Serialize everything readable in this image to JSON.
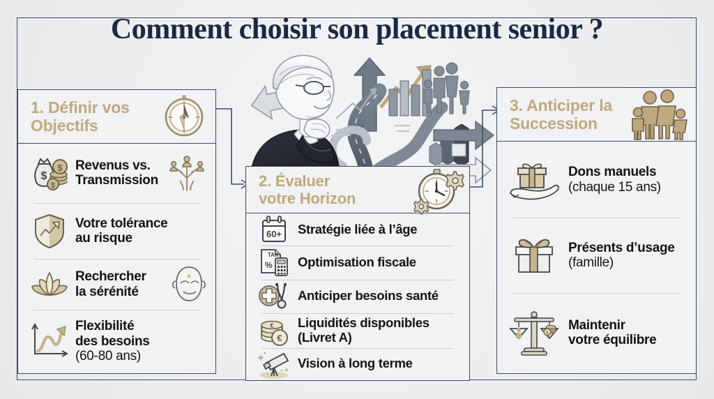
{
  "page": {
    "title": "Comment choisir son placement senior ?",
    "background_color": "#eef0f1",
    "frame_color": "#3e4b5c",
    "accent_gold": "#bfa87f",
    "title_color": "#1b2a43",
    "text_color": "#141414"
  },
  "illustration": {
    "name": "senior-thinking-with-branching-paths",
    "description": "Elderly person in profile with glasses, hand on chin, thinking; branching roads and arrows, bar charts, family figures"
  },
  "connectors": [
    {
      "name": "connector-step1-to-step2",
      "from": "col-1",
      "to": "col-2",
      "arrow": "right"
    },
    {
      "name": "connector-step2-to-step3",
      "from": "col-2",
      "to": "col-3",
      "arrow": "right"
    }
  ],
  "columns": [
    {
      "id": "col-1",
      "header": {
        "number": "1.",
        "title": "1. Définir vos\nObjectifs",
        "icon": "compass-icon"
      },
      "items": [
        {
          "text": "Revenus vs.\nTransmission",
          "sub": "",
          "icon": "money-bag-coins-icon",
          "aux_icon": "family-tree-icon"
        },
        {
          "text": "Votre tolérance\nau risque",
          "sub": "",
          "icon": "shield-growth-icon",
          "aux_icon": ""
        },
        {
          "text": "Rechercher\nla sérénité",
          "sub": "",
          "icon": "lotus-flower-icon",
          "aux_icon": "serene-face-icon"
        },
        {
          "text": "Flexibilité\ndes besoins",
          "sub": "(60-80 ans)",
          "icon": "growth-chart-arrow-icon",
          "aux_icon": ""
        }
      ]
    },
    {
      "id": "col-2",
      "header": {
        "number": "2.",
        "title": "2. Évaluer\nvotre Horizon",
        "icon": "stopwatch-gears-icon"
      },
      "items": [
        {
          "text": "Stratégie liée à l’âge",
          "sub": "",
          "icon": "calendar-60plus-icon",
          "aux_icon": ""
        },
        {
          "text": "Optimisation fiscale",
          "sub": "",
          "icon": "tax-calculator-icon",
          "aux_icon": ""
        },
        {
          "text": "Anticiper besoins santé",
          "sub": "",
          "icon": "health-stethoscope-icon",
          "aux_icon": ""
        },
        {
          "text": "Liquidités disponibles",
          "sub": "(Livret A)",
          "icon": "euro-coins-stack-icon",
          "aux_icon": ""
        },
        {
          "text": "Vision à long terme",
          "sub": "",
          "icon": "telescope-icon",
          "aux_icon": ""
        }
      ]
    },
    {
      "id": "col-3",
      "header": {
        "number": "3.",
        "title": "3. Anticiper la\nSuccession",
        "icon": "family-group-icon"
      },
      "items": [
        {
          "text": "Dons manuels",
          "sub": "(chaque 15 ans)",
          "icon": "gift-in-hand-icon",
          "aux_icon": ""
        },
        {
          "text": "Présents d’usage",
          "sub": "(famille)",
          "icon": "gift-box-ribbon-icon",
          "aux_icon": ""
        },
        {
          "text": "Maintenir\nvotre équilibre",
          "sub": "",
          "icon": "balance-scale-icon",
          "aux_icon": ""
        }
      ]
    }
  ]
}
